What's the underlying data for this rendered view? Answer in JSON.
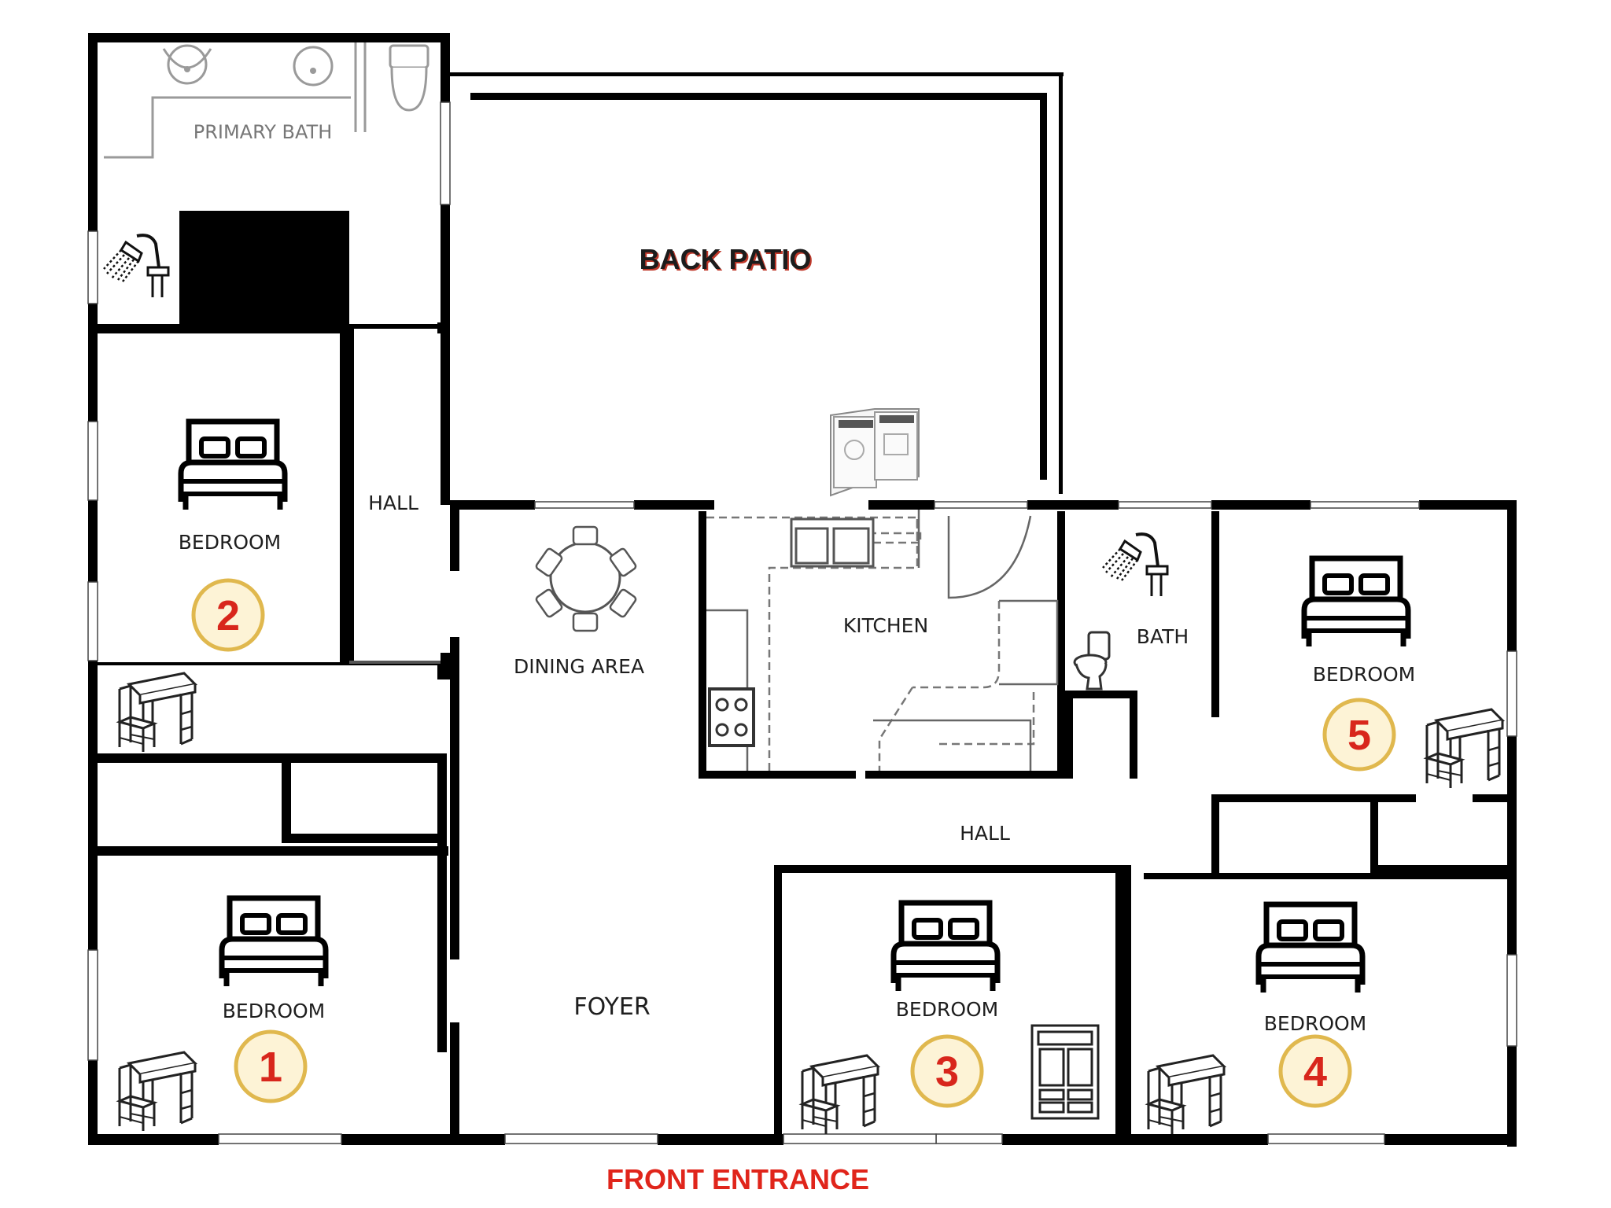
{
  "rooms": {
    "primary_bath": "PRIMARY BATH",
    "back_patio": "BACK PATIO",
    "hall_upper": "HALL",
    "hall_lower": "HALL",
    "dining_area": "DINING AREA",
    "kitchen": "KITCHEN",
    "bath": "BATH",
    "foyer": "FOYER",
    "bedroom_1": "BEDROOM",
    "bedroom_2": "BEDROOM",
    "bedroom_3": "BEDROOM",
    "bedroom_4": "BEDROOM",
    "bedroom_5": "BEDROOM"
  },
  "badges": {
    "b1": "1",
    "b2": "2",
    "b3": "3",
    "b4": "4",
    "b5": "5"
  },
  "front_entrance": "FRONT ENTRANCE",
  "colors": {
    "wall": "#000000",
    "badge_fill": "#fdf3d6",
    "badge_ring": "#e0b84e",
    "badge_text": "#d8261c",
    "front_entrance": "#e0251b",
    "patio_text": "#1c1c1c",
    "patio_shadow": "#c0392b"
  },
  "icons": [
    "bed-icon",
    "desk-icon",
    "shower-icon",
    "toilet-icon",
    "sink-icon",
    "washer-dryer-icon",
    "dining-table-icon",
    "stove-icon",
    "dresser-icon"
  ]
}
